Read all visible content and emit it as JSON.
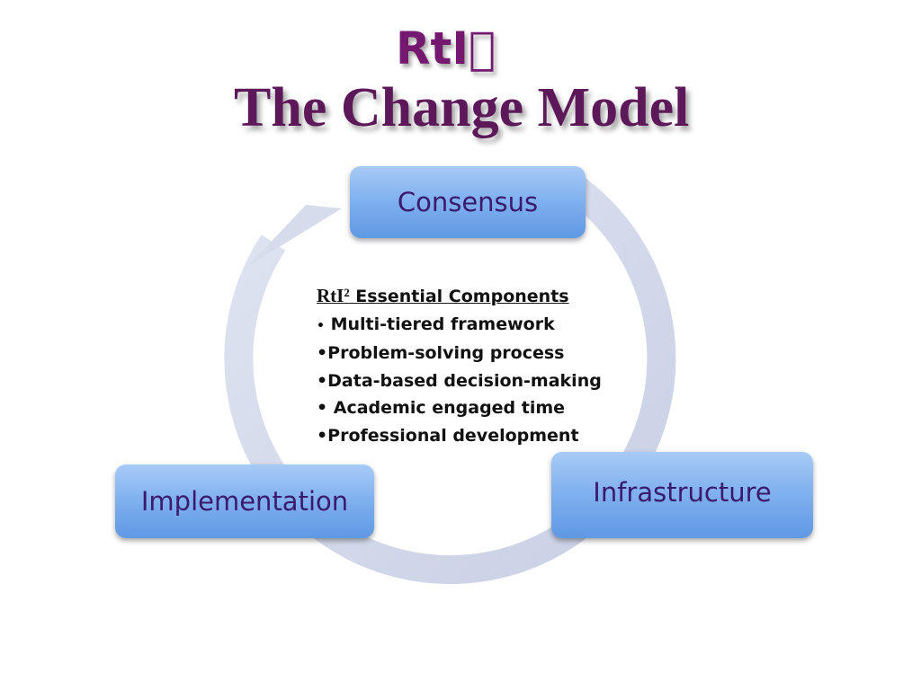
{
  "title": {
    "line1": "RtI",
    "line2": "The Change Model"
  },
  "cycle": {
    "nodes": [
      {
        "key": "consensus",
        "label": "Consensus"
      },
      {
        "key": "infrastructure",
        "label": "Infrastructure"
      },
      {
        "key": "implementation",
        "label": "Implementation"
      }
    ]
  },
  "components": {
    "heading_rti": "RtI²",
    "heading_rest": " Essential Components",
    "items": [
      {
        "bullet": "•",
        "text": " Multi-tiered framework"
      },
      {
        "bullet": "•",
        "text": "Problem-solving process"
      },
      {
        "bullet": "•",
        "text": "Data-based decision-making"
      },
      {
        "bullet": "•",
        "text": " Academic engaged time"
      },
      {
        "bullet": "•",
        "text": "Professional development"
      }
    ]
  },
  "colors": {
    "title": "#74196f",
    "node_fill": "#82b2ef",
    "node_text": "#3b1a6e",
    "ring": "#d3d9ea"
  }
}
